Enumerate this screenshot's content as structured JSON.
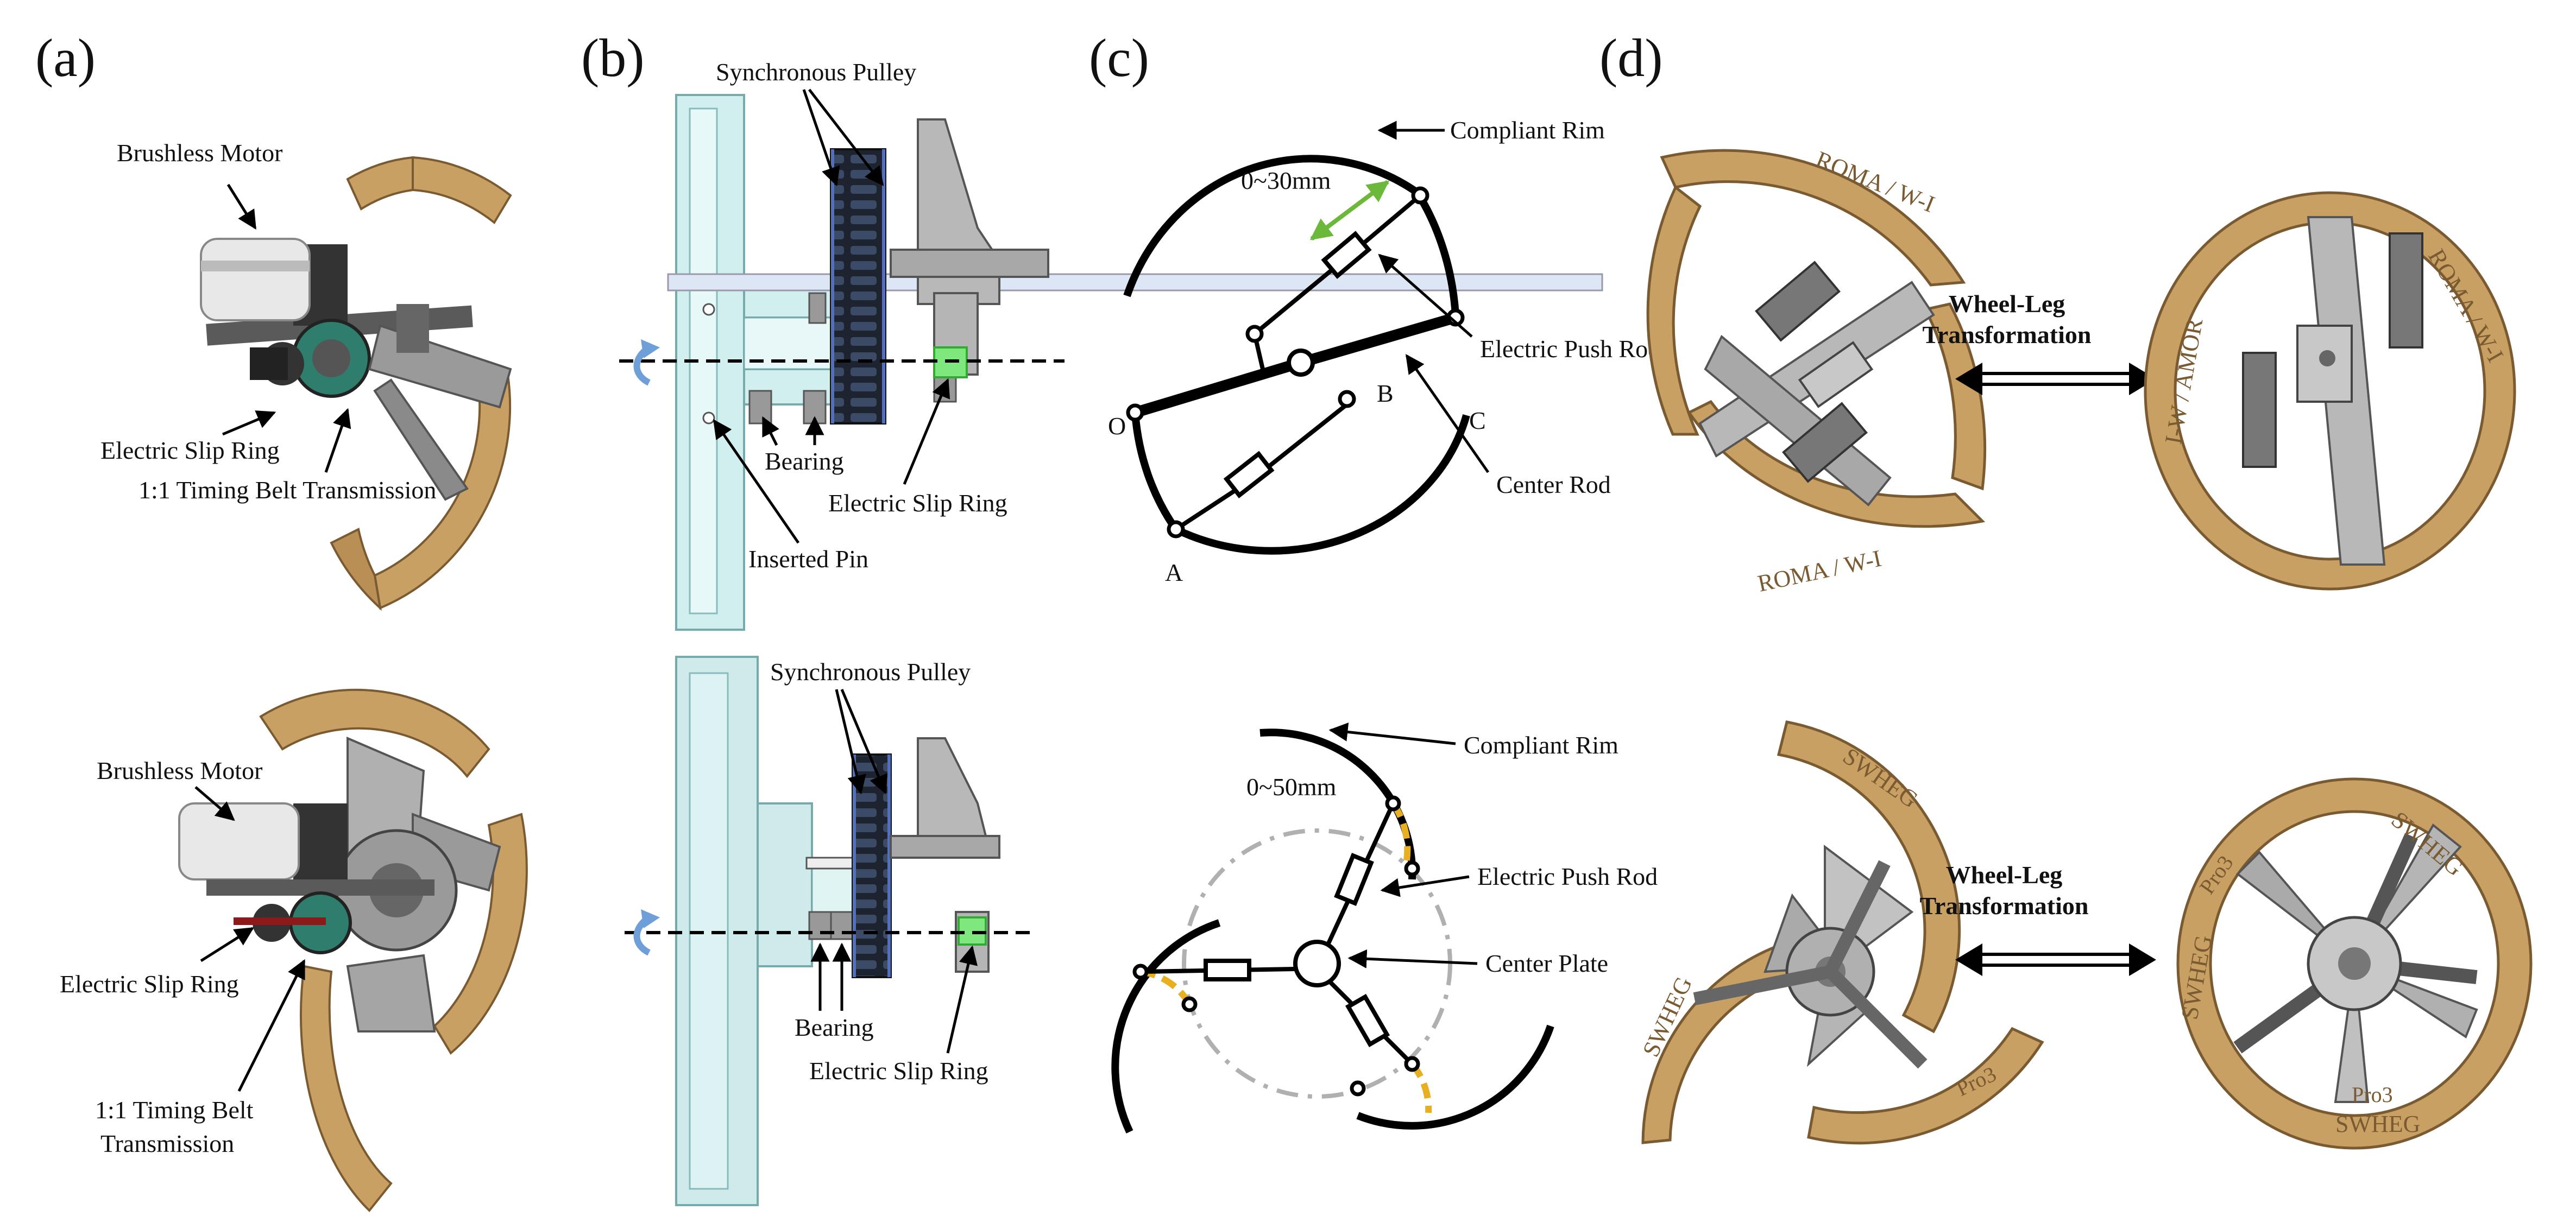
{
  "panels": {
    "a": {
      "id": "(a)",
      "top": {
        "brushless_motor": "Brushless Motor",
        "electric_slip_ring": "Electric Slip Ring",
        "timing_belt": "1:1 Timing Belt Transmission"
      },
      "bottom": {
        "brushless_motor": "Brushless Motor",
        "electric_slip_ring": "Electric Slip Ring",
        "timing_belt_line1": "1:1 Timing Belt",
        "timing_belt_line2": "Transmission"
      }
    },
    "b": {
      "id": "(b)",
      "top": {
        "synchronous_pulley": "Synchronous Pulley",
        "bearing": "Bearing",
        "electric_slip_ring": "Electric Slip Ring",
        "inserted_pin": "Inserted Pin"
      },
      "bottom": {
        "synchronous_pulley": "Synchronous Pulley",
        "bearing": "Bearing",
        "electric_slip_ring": "Electric Slip Ring"
      }
    },
    "c": {
      "id": "(c)",
      "top": {
        "compliant_rim": "Compliant Rim",
        "range": "0~30mm",
        "electric_push_rod": "Electric Push Rod",
        "center_rod": "Center Rod",
        "point_o": "O",
        "point_a": "A",
        "point_b": "B",
        "point_c": "C"
      },
      "bottom": {
        "compliant_rim": "Compliant Rim",
        "range": "0~50mm",
        "electric_push_rod": "Electric Push Rod",
        "center_plate": "Center Plate"
      }
    },
    "d": {
      "id": "(d)",
      "top": {
        "transformation_line1": "Wheel-Leg",
        "transformation_line2": "Transformation",
        "rim_text_1": "ROMA / W-I",
        "rim_text_2": "I-W / AMOR"
      },
      "bottom": {
        "transformation_line1": "Wheel-Leg",
        "transformation_line2": "Transformation",
        "rim_text_1": "SWHEG",
        "rim_text_2": "Pro3"
      }
    }
  },
  "colors": {
    "wood": "#c9a063",
    "wood_dark": "#8a6536",
    "metal": "#9a9a9a",
    "metal_dark": "#4a4a4a",
    "housing": "#cfeeee",
    "slip_ring_green": "#7ee87e",
    "arrow_green": "#6cb83a",
    "arrow_blue": "#6f9fd8",
    "dash_yellow": "#e8b020",
    "dash_gray": "#b0b0b0"
  }
}
